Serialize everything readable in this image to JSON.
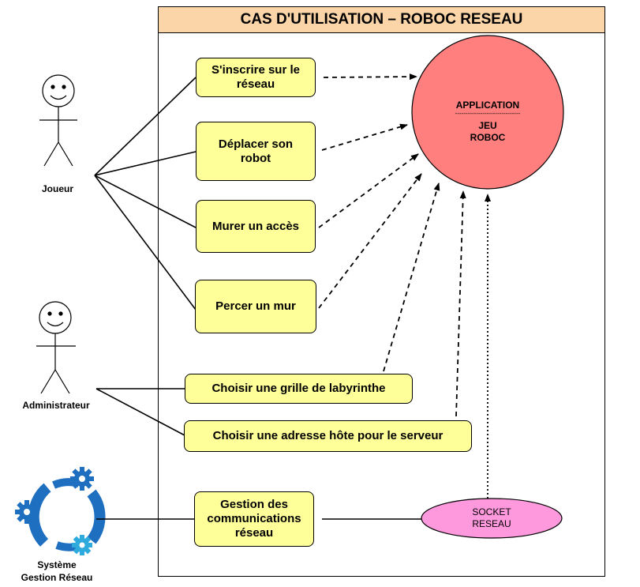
{
  "diagram": {
    "title": "CAS D'UTILISATION – ROBOC RESEAU",
    "actors": [
      {
        "id": "joueur",
        "label": "Joueur"
      },
      {
        "id": "admin",
        "label": "Administrateur"
      },
      {
        "id": "systeme",
        "label": "Système\nGestion Réseau"
      }
    ],
    "use_cases": [
      {
        "id": "inscrire",
        "label": "S'inscrire sur le\nréseau"
      },
      {
        "id": "deplacer",
        "label": "Déplacer son\nrobot"
      },
      {
        "id": "murer",
        "label": "Murer un accès"
      },
      {
        "id": "percer",
        "label": "Percer un mur"
      },
      {
        "id": "grille",
        "label": "Choisir une grille  de labyrinthe"
      },
      {
        "id": "adresse",
        "label": "Choisir une adresse hôte pour le serveur"
      },
      {
        "id": "gestion",
        "label": "Gestion des\ncommunications\nréseau"
      }
    ],
    "application": {
      "line1": "APPLICATION",
      "separator": "-------------------------------",
      "line2": "JEU\nROBOC",
      "color": "#ff7f7f"
    },
    "socket": {
      "label": "SOCKET\nRESEAU",
      "color": "#ff99dd"
    },
    "colors": {
      "title_bg": "#fbd4a8",
      "usecase_bg": "#ffff99",
      "gear_blue": "#1e6fc0"
    }
  }
}
